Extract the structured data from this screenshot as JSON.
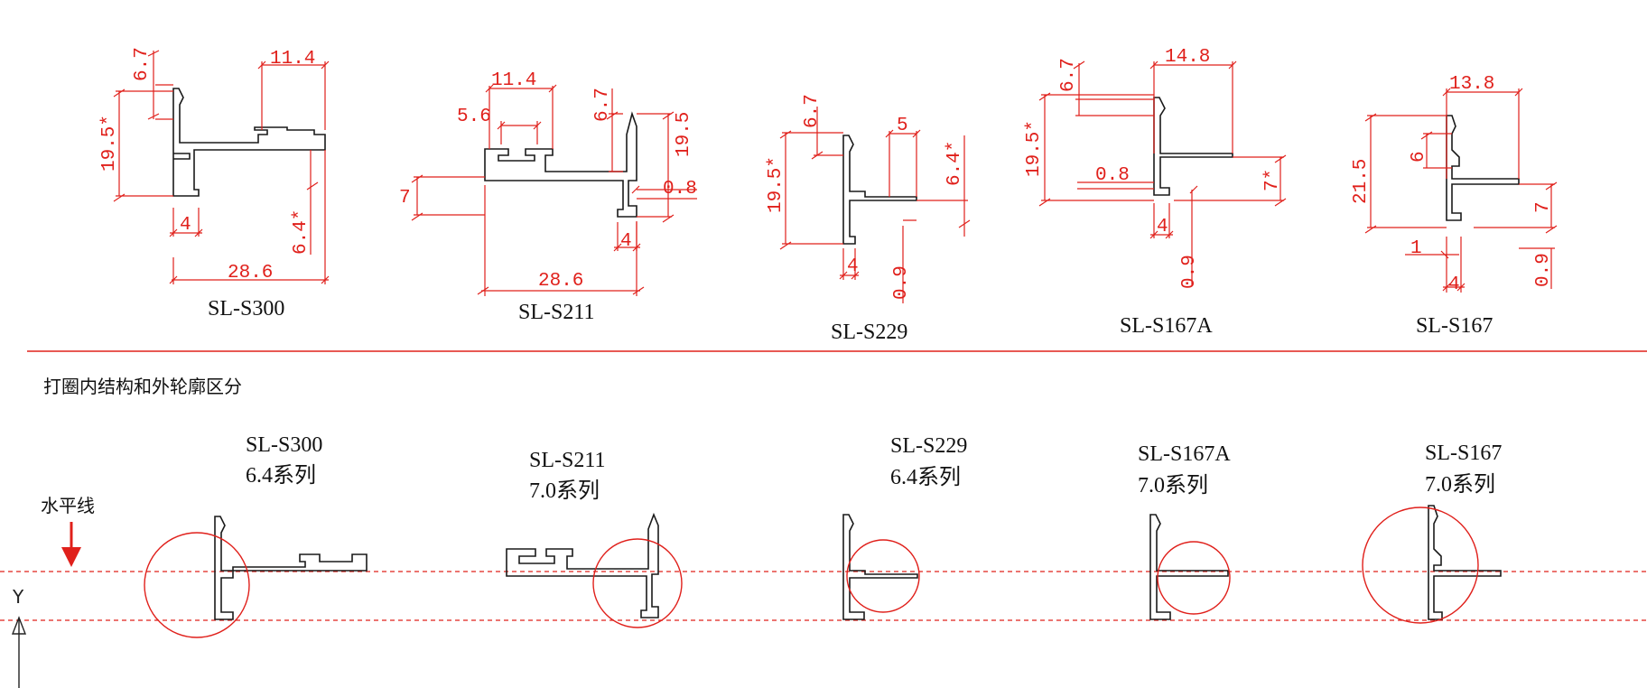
{
  "profiles": [
    {
      "id": "sl-s300",
      "name": "SL-S300",
      "series": "6.4系列",
      "dimensions": [
        "6.7",
        "11.4",
        "19.5*",
        "4",
        "6.4*",
        "28.6"
      ]
    },
    {
      "id": "sl-s211",
      "name": "SL-S211",
      "series": "7.0系列",
      "dimensions": [
        "11.4",
        "5.6",
        "6.7",
        "19.5",
        "7",
        "0.8",
        "4",
        "28.6"
      ]
    },
    {
      "id": "sl-s229",
      "name": "SL-S229",
      "series": "6.4系列",
      "dimensions": [
        "6.7",
        "5",
        "6.4*",
        "19.5*",
        "4",
        "0.9"
      ]
    },
    {
      "id": "sl-s167a",
      "name": "SL-S167A",
      "series": "7.0系列",
      "dimensions": [
        "6.7",
        "14.8",
        "19.5*",
        "0.8",
        "7*",
        "4",
        "0.9"
      ]
    },
    {
      "id": "sl-s167",
      "name": "SL-S167",
      "series": "7.0系列",
      "dimensions": [
        "13.8",
        "6",
        "21.5",
        "7",
        "1",
        "4",
        "0.9"
      ]
    }
  ],
  "section_note": "打圈内结构和外轮廓区分",
  "horizontal_line_label": "水平线",
  "axis_label": "Y",
  "colors": {
    "dimension": "#e0201b",
    "profile": "#1a1a1a",
    "reference": "#e0201b"
  }
}
